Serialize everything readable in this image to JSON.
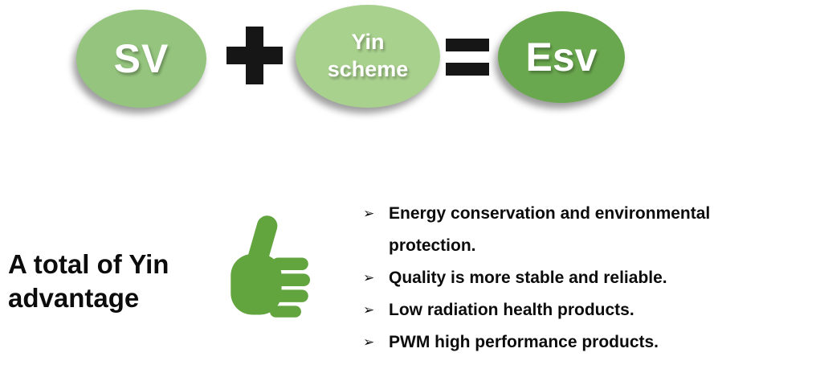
{
  "equation": {
    "sv": {
      "label": "SV",
      "color": "#94c47d"
    },
    "yin": {
      "label": "Yin scheme",
      "color": "#a9d18e"
    },
    "esv": {
      "label": "Esv",
      "color": "#6aa84f"
    },
    "operator_plus": "+",
    "operator_equals": "="
  },
  "advantage": {
    "heading": "A total of Yin advantage",
    "bullet_char": "➢",
    "bullets": [
      "Energy conservation and environmental protection.",
      "Quality is more stable and reliable.",
      "Low radiation health products.",
      "PWM high performance products."
    ]
  },
  "icons": {
    "thumbs_up": "thumbs-up-icon",
    "plus": "plus-icon",
    "equals": "equals-icon"
  },
  "colors": {
    "sv_ellipse": "#94c47d",
    "yin_ellipse": "#a9d18e",
    "esv_ellipse": "#6aa84f",
    "icon_green": "#62a43e",
    "symbol_black": "#161616",
    "text_black": "#0c0c0c"
  }
}
